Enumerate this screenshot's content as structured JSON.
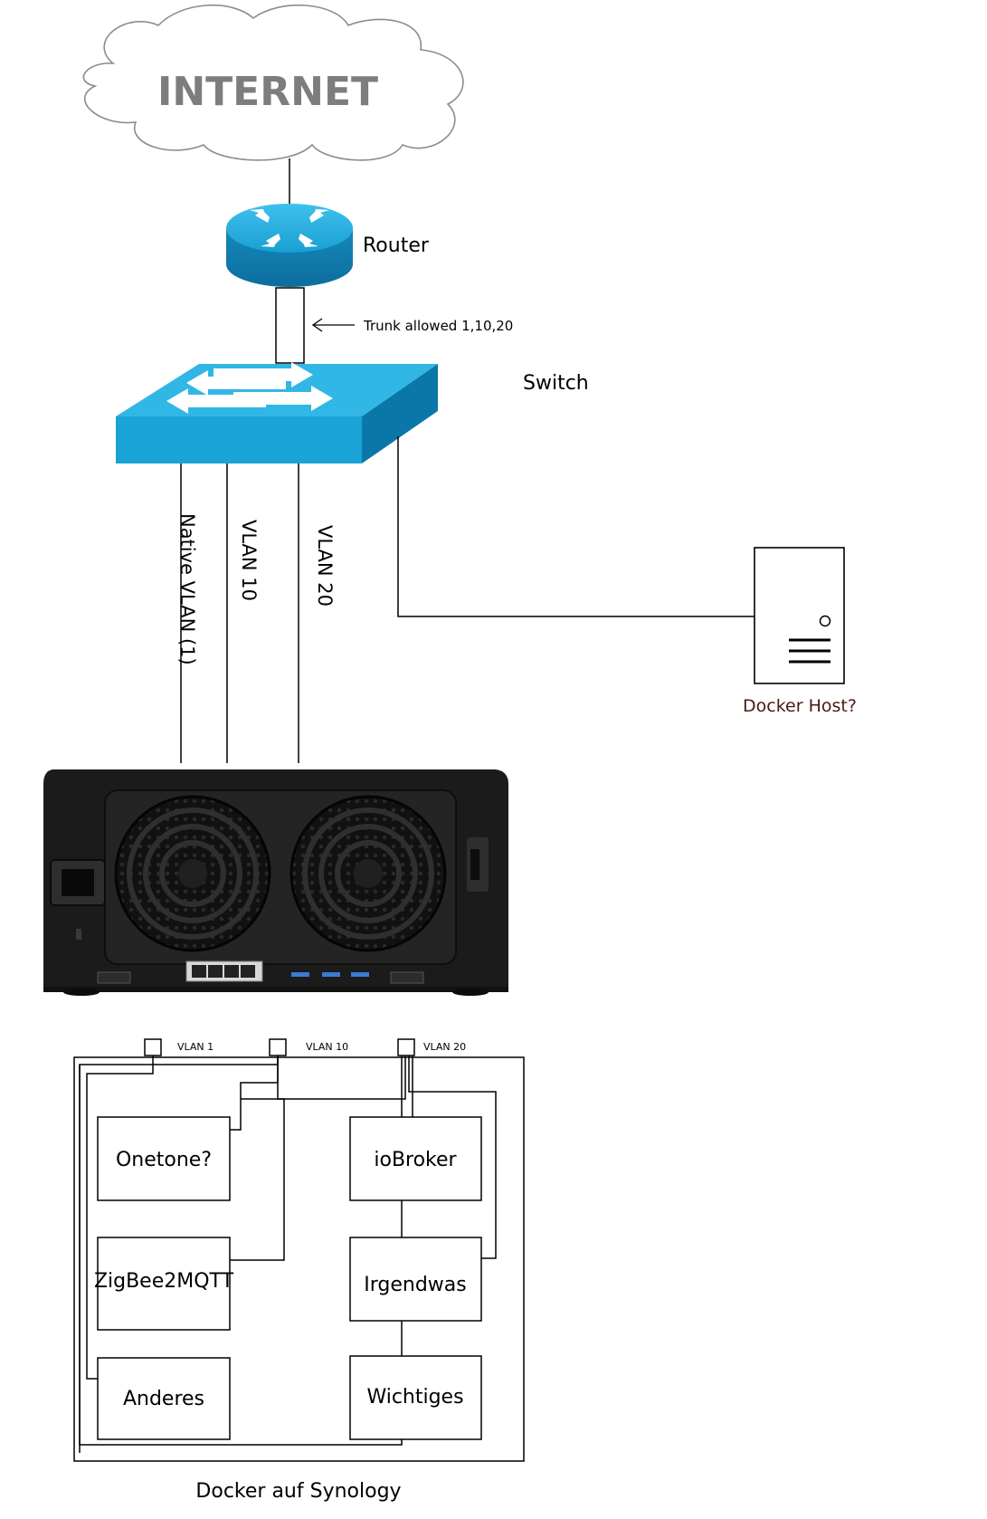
{
  "cloud": {
    "label": "INTERNET"
  },
  "router": {
    "label": "Router"
  },
  "trunk": {
    "label": "Trunk allowed 1,10,20"
  },
  "switch": {
    "label": "Switch"
  },
  "uplinks": {
    "native": "Native VLAN (1)",
    "vlan10": "VLAN 10",
    "vlan20": "VLAN 20"
  },
  "docker_host": {
    "label": "Docker Host?",
    "color": "#4a1a10"
  },
  "synology": {
    "caption": "Docker auf Synology",
    "ports": [
      {
        "label": "VLAN 1"
      },
      {
        "label": "VLAN 10"
      },
      {
        "label": "VLAN 20"
      }
    ],
    "containers": [
      {
        "label": "Onetone?"
      },
      {
        "label": "ioBroker"
      },
      {
        "label": "ZigBee2MQTT"
      },
      {
        "label": "Irgendwas"
      },
      {
        "label": "Anderes"
      },
      {
        "label": "Wichtiges"
      }
    ]
  },
  "colors": {
    "cisco_blue": "#1aa3d6",
    "cisco_dark": "#0a6f9e",
    "nas_body": "#1b1b1b"
  }
}
